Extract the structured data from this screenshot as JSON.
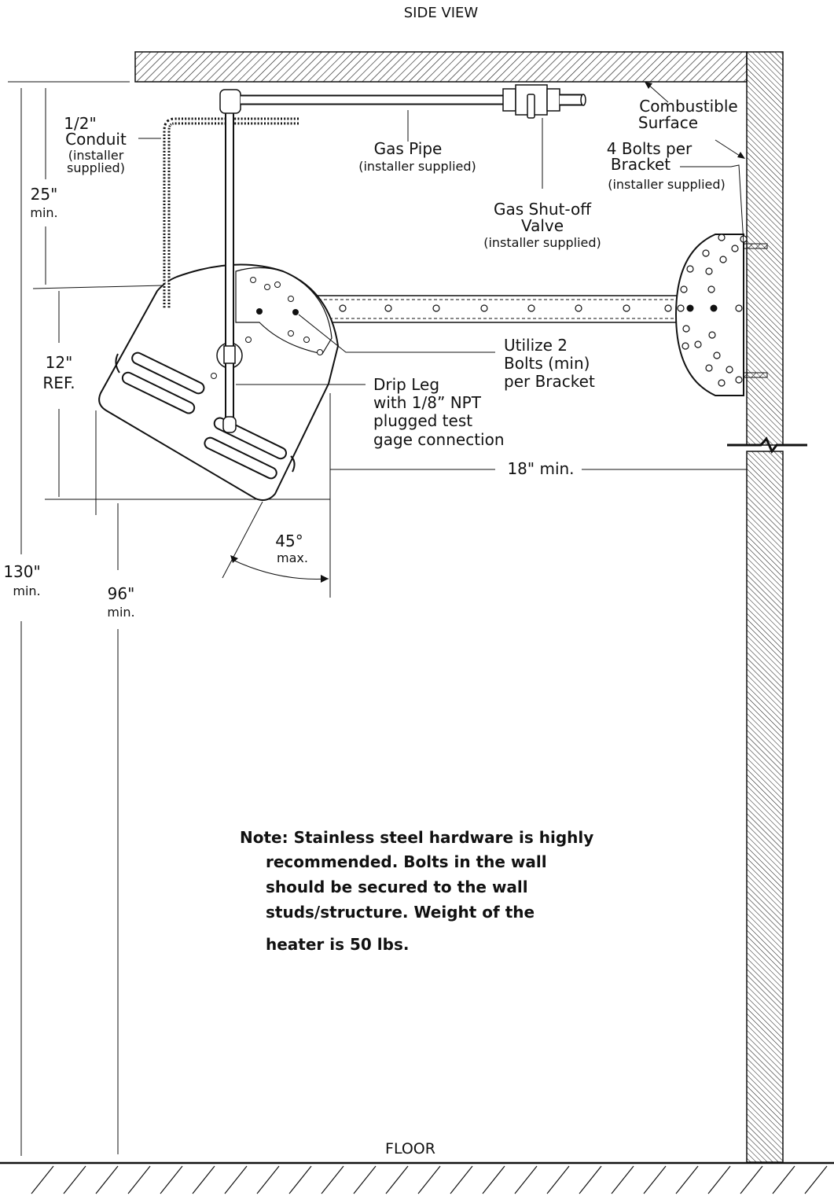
{
  "title": "SIDE VIEW",
  "floor_label": "FLOOR",
  "labels": {
    "conduit": [
      "1/2\"",
      "Conduit"
    ],
    "conduit_note": [
      "(installer",
      "supplied)"
    ],
    "gas_pipe": "Gas Pipe",
    "gas_pipe_note": "(installer supplied)",
    "shutoff": [
      "Gas Shut-off",
      "Valve"
    ],
    "shutoff_note": "(installer supplied)",
    "combustible": [
      "Combustible",
      "Surface"
    ],
    "bolts_bracket": [
      "4 Bolts per",
      "Bracket"
    ],
    "bolts_bracket_note": "(installer supplied)",
    "utilize": [
      "Utilize 2",
      "Bolts (min)",
      "per Bracket"
    ],
    "drip_leg": [
      "Drip Leg",
      "with 1/8” NPT",
      "plugged test",
      "gage connection"
    ]
  },
  "dimensions": {
    "d25": [
      "25\"",
      "min."
    ],
    "d12": [
      "12\"",
      "REF."
    ],
    "d130": [
      "130\"",
      "min."
    ],
    "d96": [
      "96\"",
      "min."
    ],
    "d18": "18\" min.",
    "angle": [
      "45°",
      "max."
    ]
  },
  "note_lines": [
    "Note: Stainless steel hardware is highly",
    "recommended. Bolts in the wall",
    "should be secured to the wall",
    "studs/structure. Weight of the",
    "heater is 50 lbs."
  ]
}
